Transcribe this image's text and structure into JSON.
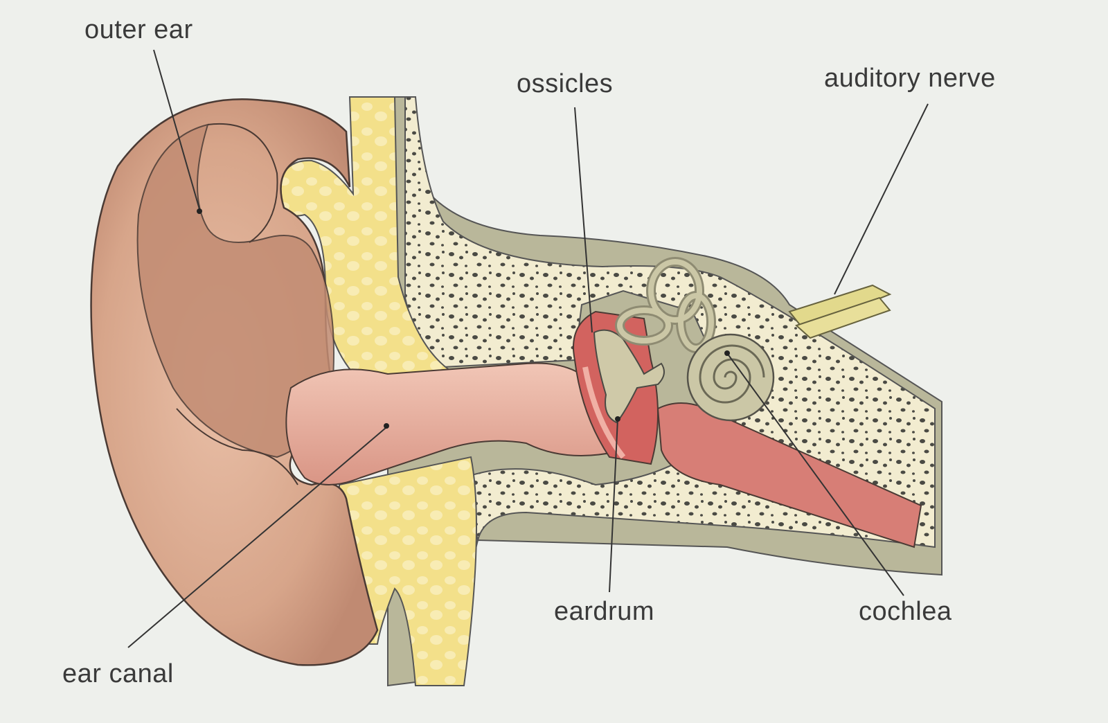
{
  "labels": {
    "outer_ear": "outer ear",
    "ossicles": "ossicles",
    "auditory_nerve": "auditory nerve",
    "ear_canal": "ear canal",
    "eardrum": "eardrum",
    "cochlea": "cochlea"
  },
  "colors": {
    "background": "#eef0ec",
    "skin": "#d7a58a",
    "skin_dark": "#b77e66",
    "cartilage": "#f3e08a",
    "bone": "#f2ecd0",
    "tissue": "#b9b79a",
    "canal": "#e3a79a",
    "red": "#d2635f",
    "nerve": "#e2d98c",
    "leader": "#333333"
  }
}
